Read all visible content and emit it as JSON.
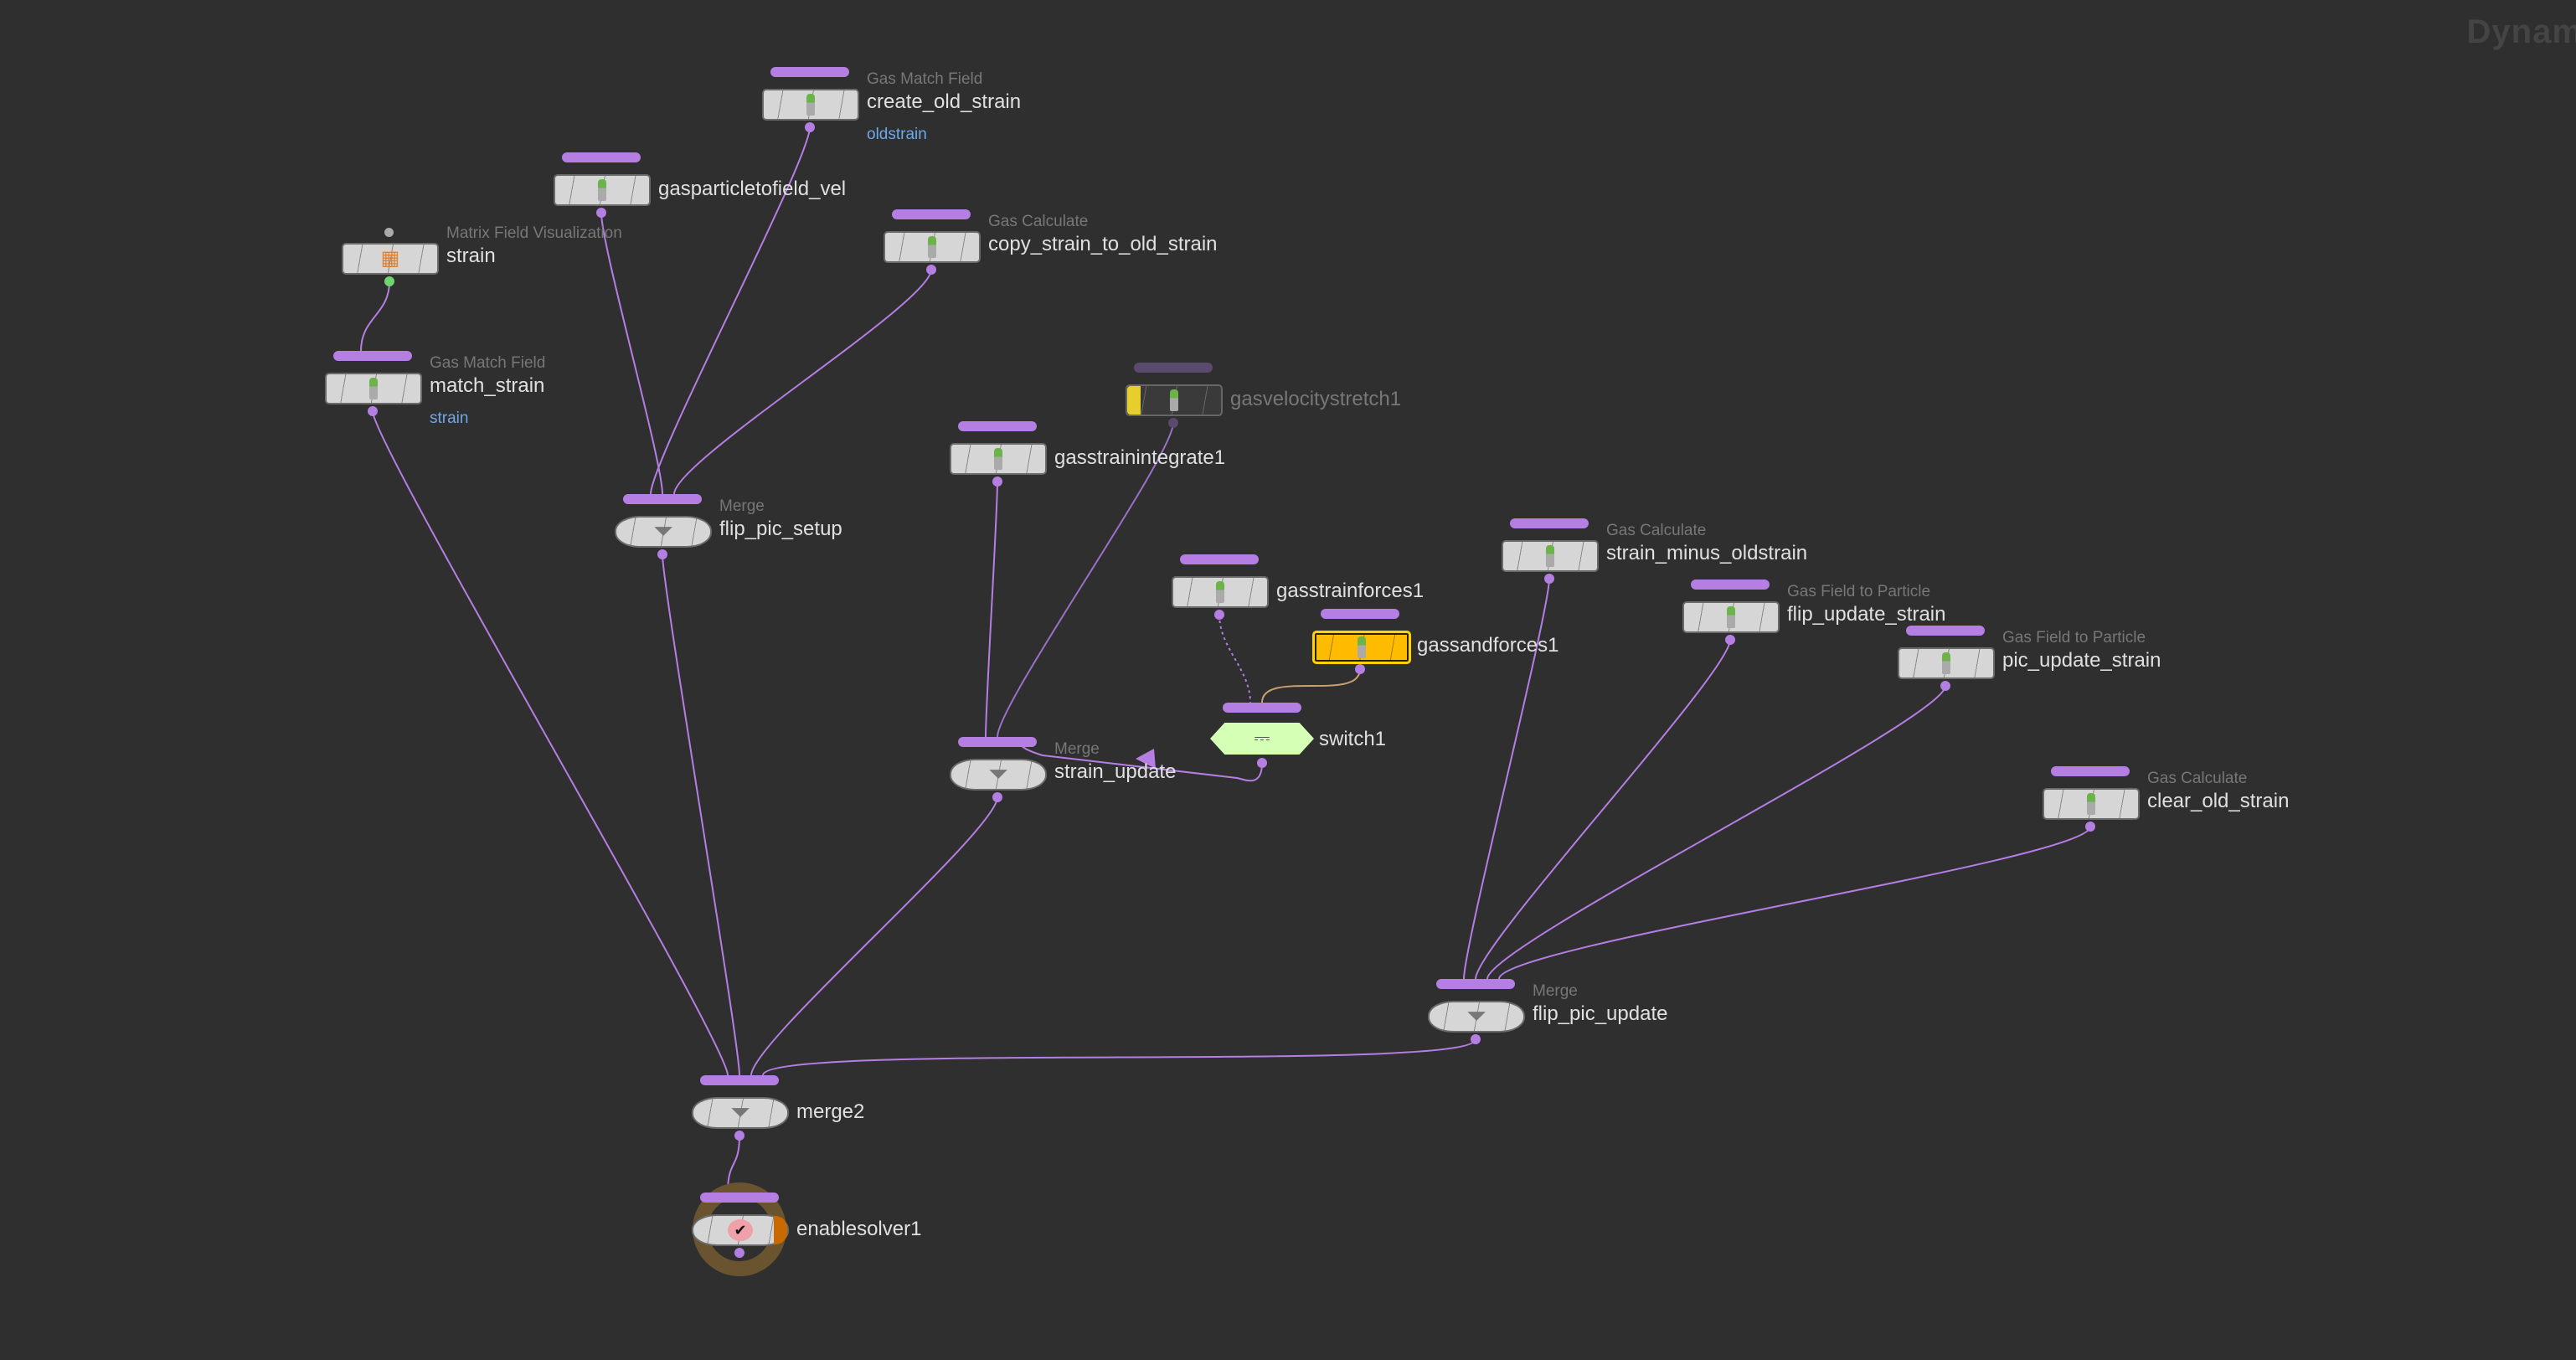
{
  "network_title": "Dynami",
  "nodes": [
    {
      "id": "create_old_strain",
      "type": "Gas Match Field",
      "name": "create_old_strain",
      "sub": "oldstrain",
      "icon": "gas-cylinder-icon"
    },
    {
      "id": "gasparticletofield_vel",
      "type": "",
      "name": "gasparticletofield_vel",
      "icon": "gas-cylinder-icon"
    },
    {
      "id": "strain",
      "type": "Matrix Field Visualization",
      "name": "strain",
      "icon": "visualization-icon"
    },
    {
      "id": "copy_strain_to_old_strain",
      "type": "Gas Calculate",
      "name": "copy_strain_to_old_strain",
      "icon": "gas-cylinder-icon"
    },
    {
      "id": "match_strain",
      "type": "Gas Match Field",
      "name": "match_strain",
      "sub": "strain",
      "icon": "gas-cylinder-icon"
    },
    {
      "id": "gasvelocitystretch1",
      "type": "",
      "name": "gasvelocitystretch1",
      "icon": "gas-cylinder-icon",
      "state": "bypassed"
    },
    {
      "id": "gasstrainintegrate1",
      "type": "",
      "name": "gasstrainintegrate1",
      "icon": "gas-cylinder-icon"
    },
    {
      "id": "flip_pic_setup",
      "type": "Merge",
      "name": "flip_pic_setup",
      "icon": "funnel-icon"
    },
    {
      "id": "strain_minus_oldstrain",
      "type": "Gas Calculate",
      "name": "strain_minus_oldstrain",
      "icon": "gas-cylinder-icon"
    },
    {
      "id": "gasstrainforces1",
      "type": "",
      "name": "gasstrainforces1",
      "icon": "gas-cylinder-icon"
    },
    {
      "id": "gassandforces1",
      "type": "",
      "name": "gassandforces1",
      "icon": "gas-cylinder-icon",
      "state": "selected"
    },
    {
      "id": "flip_update_strain",
      "type": "Gas Field to Particle",
      "name": "flip_update_strain",
      "icon": "gas-cylinder-icon"
    },
    {
      "id": "pic_update_strain",
      "type": "Gas Field to Particle",
      "name": "pic_update_strain",
      "icon": "gas-cylinder-icon"
    },
    {
      "id": "switch1",
      "type": "",
      "name": "switch1",
      "icon": "switch-icon",
      "state": "switch"
    },
    {
      "id": "strain_update",
      "type": "Merge",
      "name": "strain_update",
      "icon": "funnel-icon"
    },
    {
      "id": "clear_old_strain",
      "type": "Gas Calculate",
      "name": "clear_old_strain",
      "icon": "gas-cylinder-icon"
    },
    {
      "id": "flip_pic_update",
      "type": "Merge",
      "name": "flip_pic_update",
      "icon": "funnel-icon"
    },
    {
      "id": "merge2",
      "type": "",
      "name": "merge2",
      "icon": "funnel-icon"
    },
    {
      "id": "enablesolver1",
      "type": "",
      "name": "enablesolver1",
      "icon": "brain-check-icon",
      "state": "output"
    }
  ],
  "connections": [
    [
      "create_old_strain",
      "flip_pic_setup"
    ],
    [
      "gasparticletofield_vel",
      "flip_pic_setup"
    ],
    [
      "copy_strain_to_old_strain",
      "flip_pic_setup"
    ],
    [
      "strain",
      "match_strain"
    ],
    [
      "match_strain",
      "merge2"
    ],
    [
      "flip_pic_setup",
      "merge2"
    ],
    [
      "strain_update",
      "merge2"
    ],
    [
      "flip_pic_update",
      "merge2"
    ],
    [
      "gasstrainintegrate1",
      "strain_update"
    ],
    [
      "gasvelocitystretch1",
      "strain_update"
    ],
    [
      "switch1",
      "strain_update"
    ],
    [
      "gasstrainforces1",
      "switch1"
    ],
    [
      "gassandforces1",
      "switch1"
    ],
    [
      "strain_minus_oldstrain",
      "flip_pic_update"
    ],
    [
      "flip_update_strain",
      "flip_pic_update"
    ],
    [
      "pic_update_strain",
      "flip_pic_update"
    ],
    [
      "clear_old_strain",
      "flip_pic_update"
    ],
    [
      "merge2",
      "enablesolver1"
    ]
  ],
  "colors": {
    "wire": "#b57ee3",
    "background": "#2f2f2f",
    "selected": "#ffbb00",
    "switch": "#d5ffb5"
  }
}
